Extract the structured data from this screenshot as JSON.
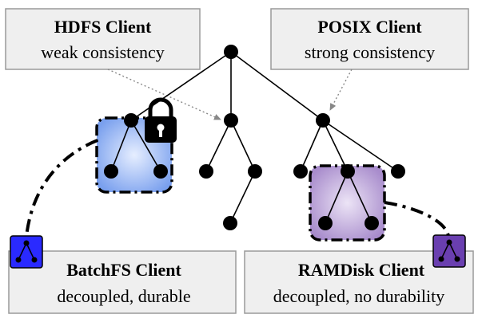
{
  "boxes": {
    "hdfs": {
      "title": "HDFS Client",
      "subtitle": "weak consistency"
    },
    "posix": {
      "title": "POSIX Client",
      "subtitle": "strong consistency"
    },
    "batchfs": {
      "title": "BatchFS Client",
      "subtitle": "decoupled, durable"
    },
    "ramdisk": {
      "title": "RAMDisk Client",
      "subtitle": "decoupled, no durability"
    }
  },
  "colors": {
    "box_fill": "#efefef",
    "box_stroke": "#9a9a9a",
    "batch_region": "#8fb0f5",
    "batch_icon": "#2a2aff",
    "ramdisk_region": "#b9a3d9",
    "ramdisk_icon": "#6a3fb0",
    "lock": "#000000"
  },
  "icons": [
    "lock-icon",
    "batchfs-tree-icon",
    "ramdisk-tree-icon"
  ]
}
